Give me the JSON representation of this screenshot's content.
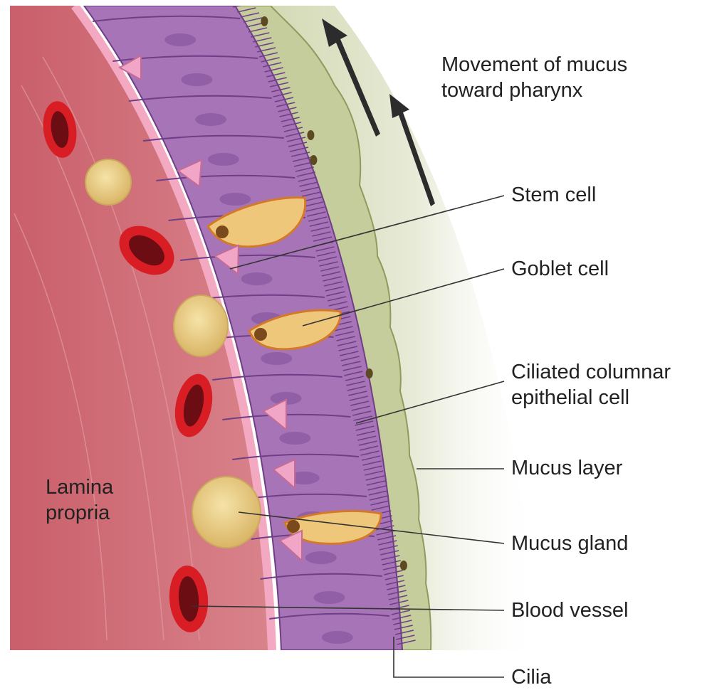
{
  "colors": {
    "lamina": "#cf6b74",
    "lamina_dark": "#b84e5a",
    "basement": "#f4a9c2",
    "epithelium": "#a874b8",
    "cell_border": "#6e3f86",
    "nucleus": "#8a5aa0",
    "mucus": "#c7cf9e",
    "mucus_edge": "#8e9a5c",
    "goblet": "#efc77a",
    "gland": "#e9cf86",
    "vessel": "#d81e24",
    "arrow": "#2c2c2c",
    "leader": "#333333"
  },
  "labels": {
    "movement_line1": "Movement of mucus",
    "movement_line2": "toward pharynx",
    "stem_cell": "Stem cell",
    "goblet_cell": "Goblet cell",
    "ciliated_line1": "Ciliated columnar",
    "ciliated_line2": "epithelial cell",
    "mucus_layer": "Mucus layer",
    "mucus_gland": "Mucus gland",
    "blood_vessel": "Blood vessel",
    "cilia": "Cilia",
    "lamina_line1": "Lamina",
    "lamina_line2": "propria"
  }
}
